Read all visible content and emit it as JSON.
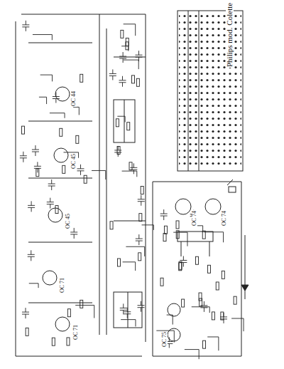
{
  "diagram": {
    "title": "Philips mod. Colette",
    "labels": [
      "OC 44",
      "OC 45",
      "OC 45",
      "OC 71",
      "OC 71",
      "OC 74",
      "OC 74",
      "OC 75"
    ]
  }
}
